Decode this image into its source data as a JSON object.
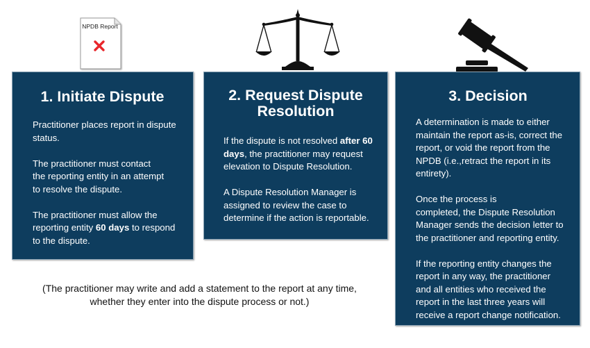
{
  "icons": {
    "document": {
      "name": "npdb-report-icon",
      "label": "NPDB Report",
      "mark_color": "#e8262b"
    },
    "scale": {
      "name": "scales-of-justice-icon"
    },
    "gavel": {
      "name": "gavel-icon"
    }
  },
  "colors": {
    "card_background": "#0e3d5e",
    "card_text": "#ffffff"
  },
  "steps": [
    {
      "title": "1. Initiate Dispute",
      "paragraphs": {
        "p1": "Practitioner places report in dispute status.",
        "p2_line1": "The practitioner must contact",
        "p2_line2": "the reporting entity in an attempt",
        "p2_line3": "to resolve the dispute.",
        "p3_before": "The practitioner must allow the reporting entity ",
        "p3_bold": "60 days",
        "p3_after": " to respond to the dispute."
      }
    },
    {
      "title_line1": "2. Request Dispute",
      "title_line2": "Resolution",
      "paragraphs": {
        "p1_before": "If the dispute is not resolved ",
        "p1_bold": "after 60 days",
        "p1_after": ", the practitioner may request elevation to Dispute Resolution.",
        "p2": "A Dispute Resolution Manager is assigned to review the case to determine if the action is reportable."
      }
    },
    {
      "title": "3. Decision",
      "paragraphs": {
        "p1": "A determination is made to either maintain the report as-is, correct the report, or void the report from the NPDB (i.e.,retract the report in its entirety).",
        "p2_line1": "Once the process is",
        "p2_line2": "completed, the Dispute Resolution Manager sends the decision letter to the practitioner and reporting entity.",
        "p3": "If the reporting entity changes the report in any way, the practitioner and all entities who received the report in the last three years will receive a report change notification."
      }
    }
  ],
  "footnote": {
    "line1": "(The practitioner may write and add a statement to the report at any time,",
    "line2": "whether they enter into the dispute process or not.)"
  }
}
